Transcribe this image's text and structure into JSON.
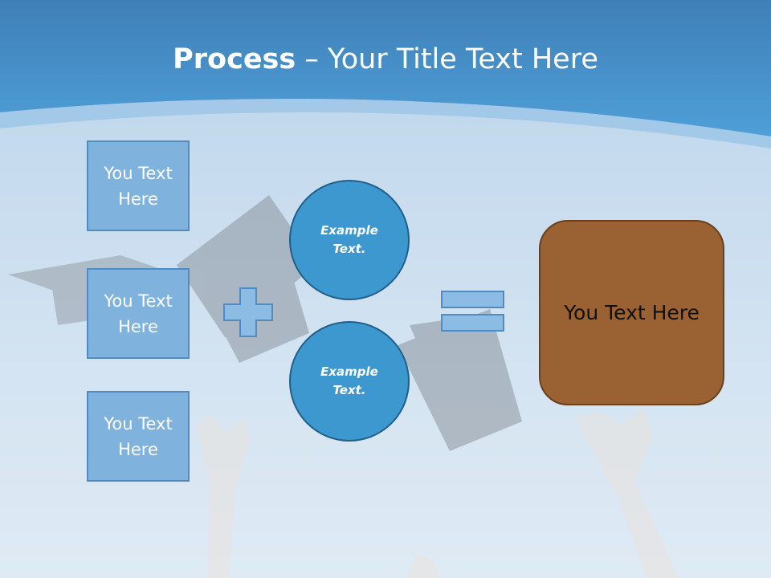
{
  "slide": {
    "title_bold": "Process",
    "title_rest": " – Your Title Text Here",
    "boxes": [
      {
        "label": "You Text Here"
      },
      {
        "label": "You Text Here"
      },
      {
        "label": "You Text Here"
      }
    ],
    "circles": [
      {
        "label": "Example Text."
      },
      {
        "label": "Example Text."
      }
    ],
    "result": {
      "label": "You Text Here"
    },
    "operators": {
      "plus": "plus-icon",
      "equals": "equals-icon"
    }
  },
  "colors": {
    "header": "#3b86c6",
    "box_fill": "#7fb3de",
    "circle_fill": "#3d98cf",
    "result_fill": "#9a6233"
  }
}
